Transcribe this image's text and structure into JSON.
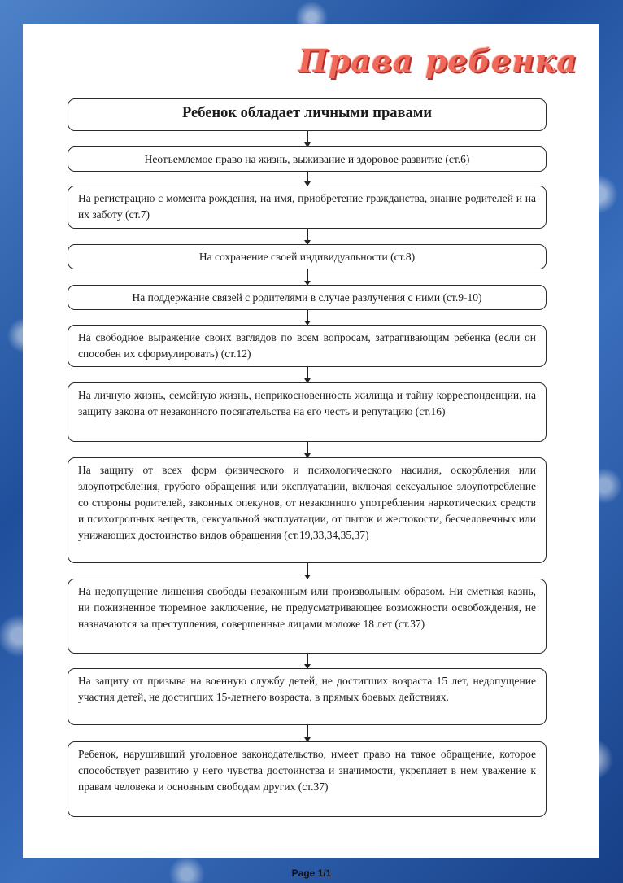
{
  "title": "Права ребенка",
  "header_box": "Ребенок обладает личными правами",
  "items": [
    "Неотъемлемое право на жизнь, выживание и здоровое развитие (ст.6)",
    "На регистрацию с момента рождения, на имя, приобретение гражданства, знание родителей и на их заботу (ст.7)",
    "На сохранение своей индивидуальности (ст.8)",
    "На поддержание связей с родителями в случае разлучения с ними (ст.9-10)",
    "На свободное выражение своих взглядов по всем вопросам, затрагивающим ребенка (если он способен их сформулировать) (ст.12)",
    "На личную жизнь, семейную жизнь, неприкосновенность жилища и тайну корреспонденции, на защиту закона от незаконного посягательства на его честь и репутацию (ст.16)",
    "На защиту от всех форм физического и психологического насилия, оскорбления или злоупотребления, грубого обращения или эксплуатации, включая сексуальное злоупотребление со стороны родителей, законных опекунов, от незаконного употребления наркотических средств и психотропных веществ, сексуальной эксплуатации, от пыток и жестокости, бесчеловечных или унижающих достоинство видов обращения (ст.19,33,34,35,37)",
    "На недопущение лишения свободы незаконным или произвольным образом. Ни сметная казнь, ни пожизненное тюремное заключение, не предусматривающее возможности освобождения, не назначаются за преступления, совершенные лицами моложе 18 лет (ст.37)",
    "На защиту от призыва на военную службу детей, не достигших возраста 15 лет, недопущение участия детей, не достигших 15-летнего возраста, в прямых боевых действиях.",
    "Ребенок, нарушивший уголовное законодательство, имеет право на такое обращение, которое способствует развитию у него чувства достоинства и значимости, укрепляет в нем уважение к правам человека и основным свободам других (ст.37)"
  ],
  "footer": "Page 1/1"
}
